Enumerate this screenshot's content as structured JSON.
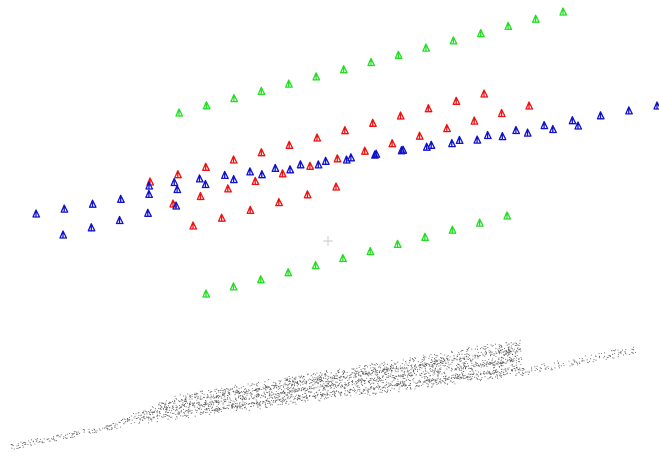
{
  "viewer": {
    "background": "#ffffff",
    "colors": {
      "green": "#22dd22",
      "red": "#ee1111",
      "blue": "#1111cc",
      "points": "#222222",
      "crosshair": "#c8c8c8"
    },
    "icon_names": {
      "camera": "camera-frustum-icon",
      "crosshair": "crosshair-icon",
      "pointcloud": "point-cloud"
    },
    "camera_rows": [
      {
        "name": "green-top",
        "color": "green",
        "count": 15
      },
      {
        "name": "red-upper",
        "color": "red",
        "count": 13
      },
      {
        "name": "blue-upper",
        "color": "blue",
        "count": 23
      },
      {
        "name": "red-middle",
        "color": "red",
        "count": 14
      },
      {
        "name": "blue-middle",
        "color": "blue",
        "count": 18
      },
      {
        "name": "red-lower",
        "color": "red",
        "count": 6
      },
      {
        "name": "blue-lower",
        "color": "blue",
        "count": 5
      },
      {
        "name": "green-bottom",
        "color": "green",
        "count": 12
      }
    ]
  }
}
